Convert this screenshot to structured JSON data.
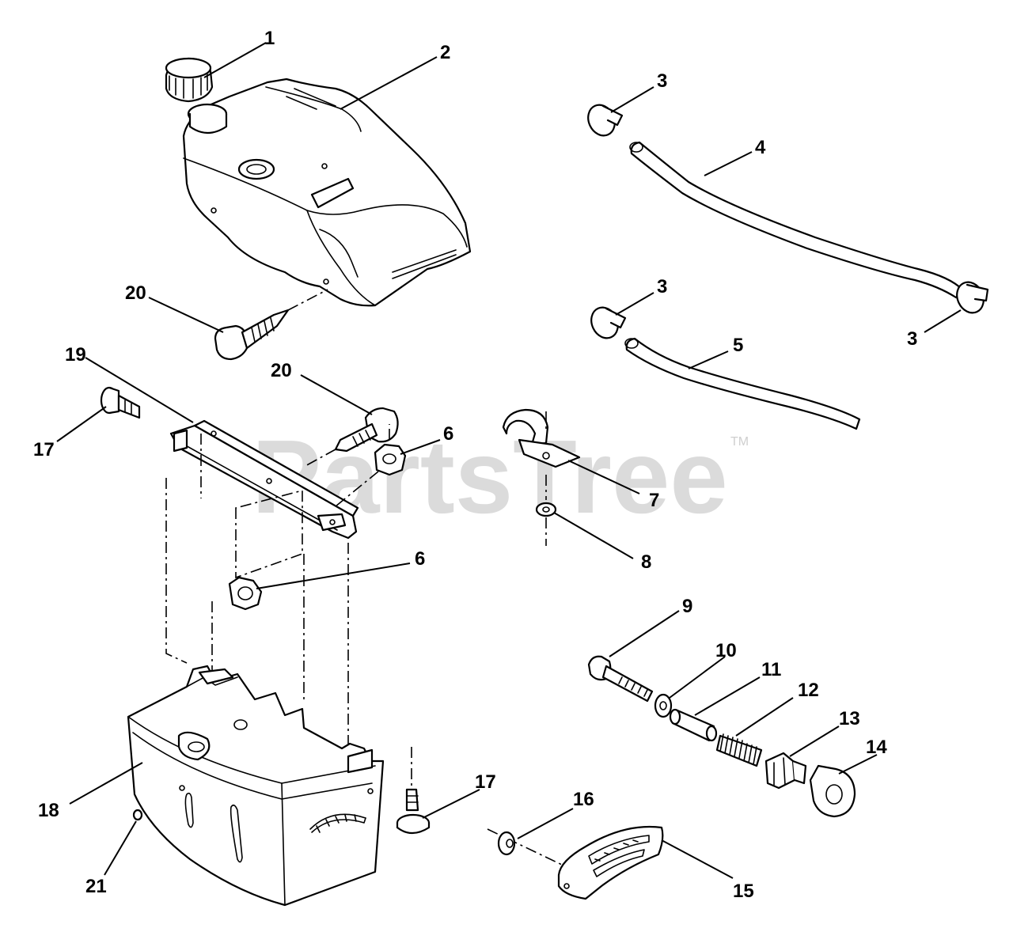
{
  "watermark": {
    "text": "PartsTree",
    "trademark": "TM",
    "color": "#cfcfcf"
  },
  "callouts": [
    {
      "id": "c1",
      "label": "1"
    },
    {
      "id": "c2",
      "label": "2"
    },
    {
      "id": "c3a",
      "label": "3"
    },
    {
      "id": "c4",
      "label": "4"
    },
    {
      "id": "c3b",
      "label": "3"
    },
    {
      "id": "c3c",
      "label": "3"
    },
    {
      "id": "c5",
      "label": "5"
    },
    {
      "id": "c20a",
      "label": "20"
    },
    {
      "id": "c19",
      "label": "19"
    },
    {
      "id": "c20b",
      "label": "20"
    },
    {
      "id": "c17a",
      "label": "17"
    },
    {
      "id": "c6a",
      "label": "6"
    },
    {
      "id": "c7",
      "label": "7"
    },
    {
      "id": "c8",
      "label": "8"
    },
    {
      "id": "c6b",
      "label": "6"
    },
    {
      "id": "c9",
      "label": "9"
    },
    {
      "id": "c10",
      "label": "10"
    },
    {
      "id": "c11",
      "label": "11"
    },
    {
      "id": "c12",
      "label": "12"
    },
    {
      "id": "c13",
      "label": "13"
    },
    {
      "id": "c14",
      "label": "14"
    },
    {
      "id": "c18",
      "label": "18"
    },
    {
      "id": "c17b",
      "label": "17"
    },
    {
      "id": "c16",
      "label": "16"
    },
    {
      "id": "c21",
      "label": "21"
    },
    {
      "id": "c15",
      "label": "15"
    }
  ],
  "parts": [
    {
      "icon": "fuel-cap-icon"
    },
    {
      "icon": "fuel-tank-icon"
    },
    {
      "icon": "hose-clamp-icon"
    },
    {
      "icon": "fuel-line-icon"
    },
    {
      "icon": "hex-nut-icon"
    },
    {
      "icon": "clip-bracket-icon"
    },
    {
      "icon": "washer-icon"
    },
    {
      "icon": "bolt-icon"
    },
    {
      "icon": "spacer-icon"
    },
    {
      "icon": "spring-icon"
    },
    {
      "icon": "throttle-lever-icon"
    },
    {
      "icon": "cam-icon"
    },
    {
      "icon": "control-panel-icon"
    },
    {
      "icon": "shoulder-bolt-icon"
    },
    {
      "icon": "decal-plate-icon"
    },
    {
      "icon": "tank-bracket-icon"
    },
    {
      "icon": "screw-icon"
    }
  ]
}
